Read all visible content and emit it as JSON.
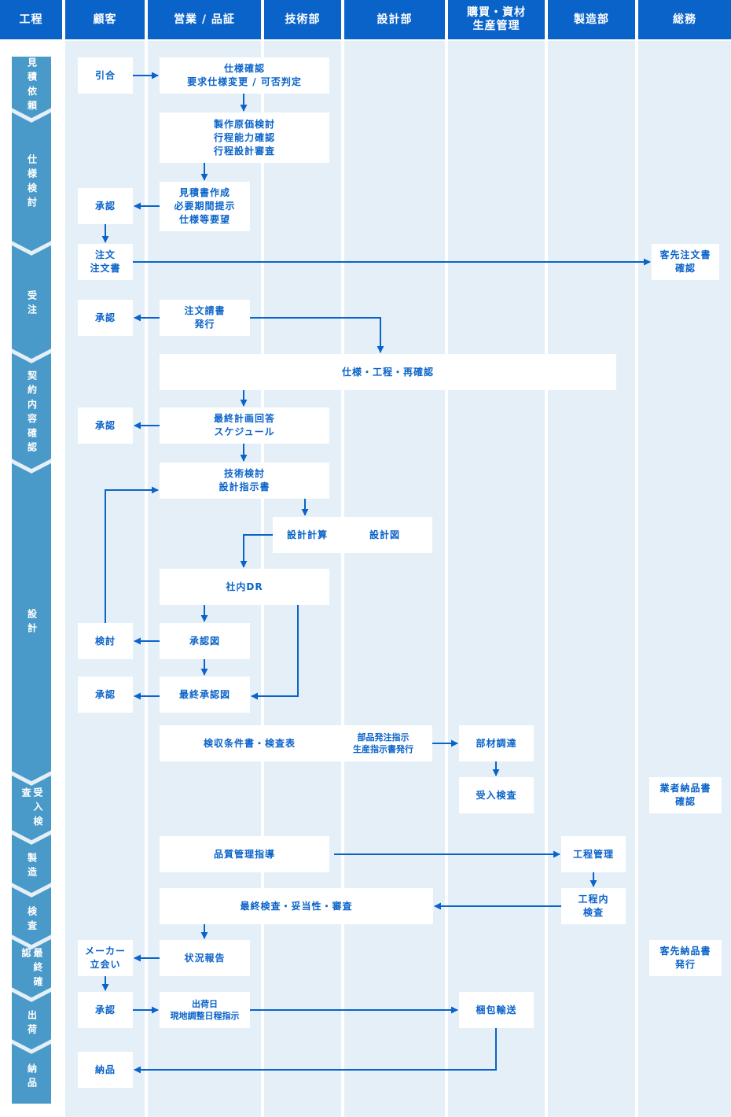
{
  "colors": {
    "header": "#0a63c9",
    "column_bg": "#e5eff8",
    "stage": "#4a9ac9",
    "box_text": "#0a63c9",
    "arrow": "#0a63c9"
  },
  "headers": [
    "工程",
    "顧客",
    "営業 / 品証",
    "技術部",
    "設計部",
    "購買・資材\n生産管理",
    "製造部",
    "総務"
  ],
  "stages": [
    "見\n積\n依\n頼",
    "仕\n様\n検\n討",
    "受\n注",
    "契\n約\n内\n容\n確\n認",
    "設\n計",
    "受\n入\n検\n査",
    "製\n造",
    "検\n査",
    "最\n終\n確\n認",
    "出\n荷",
    "納\n品"
  ],
  "boxes": {
    "b1": "引合",
    "b2": "仕様確認\n要求仕様変更 / 可否判定",
    "b3": "製作原価検討\n行程能力確認\n行程設計審査",
    "b4": "見積書作成\n必要期間提示\n仕様等要望",
    "b5": "承認",
    "b6": "注文\n注文書",
    "b7": "客先注文書\n確認",
    "b8": "注文請書\n発行",
    "b9": "承認",
    "b10": "仕様・工程・再確認",
    "b11": "最終計画回答\nスケジュール",
    "b12": "承認",
    "b13": "技術検討\n設計指示書",
    "b14": "設計計算",
    "b14b": "設計図",
    "b15": "社内DR",
    "b16": "承認図",
    "b17": "検討",
    "b18": "最終承認図",
    "b19": "承認",
    "b20": "検収条件書・検査表",
    "b20b": "部品発注指示\n生産指示書発行",
    "b21": "部材調達",
    "b22": "受入検査",
    "b23": "業者納品書\n確認",
    "b24": "品質管理指導",
    "b25": "工程管理",
    "b26": "工程内\n検査",
    "b27": "最終検査・妥当性・審査",
    "b28": "状況報告",
    "b29": "メーカー\n立会い",
    "b30": "客先納品書\n発行",
    "b31": "承認",
    "b32": "出荷日\n現地調整日程指示",
    "b33": "梱包輸送",
    "b34": "納品"
  }
}
